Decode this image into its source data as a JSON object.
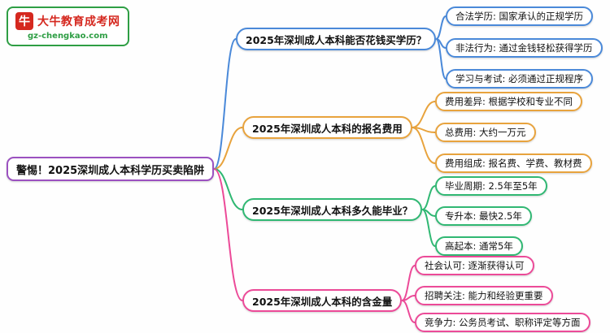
{
  "logo": {
    "icon_glyph": "牛",
    "icon_name": "bull-icon",
    "site_name": "大牛教育成考网",
    "site_url": "gz-chengkao.com",
    "border_color": "#2e9e44",
    "brand_color": "#d5281f"
  },
  "root": {
    "label": "警惕！2025深圳成人本科学历买卖陷阱",
    "color": "#9b51c0"
  },
  "branches": [
    {
      "label": "2025年深圳成人本科能否花钱买学历？",
      "color": "#4a89d9",
      "children": [
        "合法学历: 国家承认的正规学历",
        "非法行为: 通过金钱轻松获得学历",
        "学习与考试: 必须通过正规程序"
      ]
    },
    {
      "label": "2025年深圳成人本科的报名费用",
      "color": "#e8a33d",
      "children": [
        "费用差异: 根据学校和专业不同",
        "总费用: 大约一万元",
        "费用组成: 报名费、学费、教材费"
      ]
    },
    {
      "label": "2025年深圳成人本科多久能毕业？",
      "color": "#30b873",
      "children": [
        "毕业周期: 2.5年至5年",
        "专升本: 最快2.5年",
        "高起本: 通常5年"
      ]
    },
    {
      "label": "2025年深圳成人本科的含金量",
      "color": "#ec4a98",
      "children": [
        "社会认可: 逐渐获得认可",
        "招聘关注: 能力和经验更重要",
        "竞争力: 公务员考试、职称评定等方面"
      ]
    }
  ]
}
